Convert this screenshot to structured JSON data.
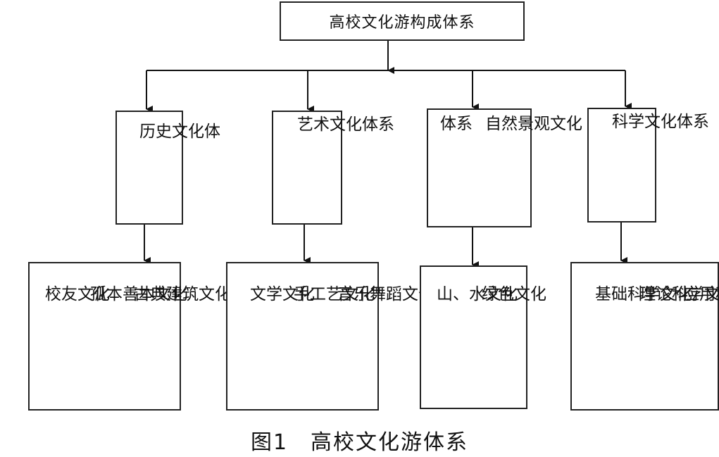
{
  "root": {
    "label": "高校文化游构成体系"
  },
  "categories": [
    {
      "label": "历史文化体",
      "columns": [
        "历史文化体"
      ]
    },
    {
      "label": "艺术文化体系",
      "columns": [
        "艺术文化体系"
      ]
    },
    {
      "label": "自然景观文化体系",
      "columns": [
        "体系",
        "自然景观文化"
      ]
    },
    {
      "label": "科学文化体系",
      "columns": [
        "科学文化体系"
      ]
    }
  ],
  "subgroups": [
    {
      "items": [
        "校友文化",
        "孤本善本文化",
        "古典建筑文化"
      ]
    },
    {
      "items": [
        "文学文化",
        "手工艺文化",
        "音乐舞蹈文化"
      ]
    },
    {
      "items": [
        "山、水文化",
        "绿色文化"
      ]
    },
    {
      "items": [
        "基础科学文化",
        "理论科学文化",
        "应用科学文化"
      ]
    }
  ],
  "caption": "图1　高校文化游体系"
}
